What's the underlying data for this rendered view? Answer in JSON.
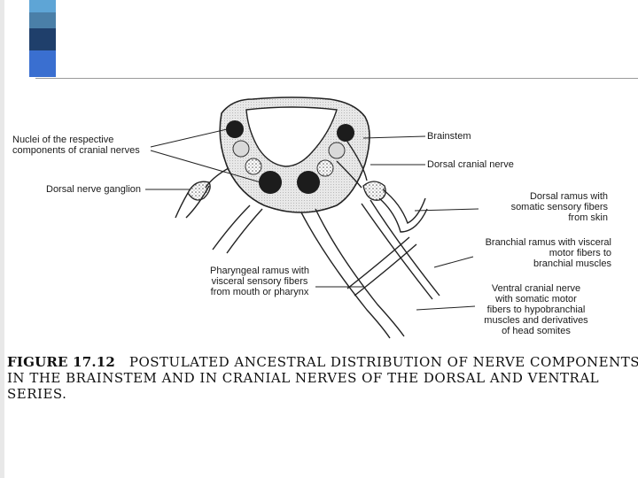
{
  "colors": {
    "swatch_1": "#5ea5d6",
    "swatch_2": "#4a7fa8",
    "swatch_3": "#1f3f6b",
    "swatch_4": "#3a6fd0",
    "ink": "#1a1a1a",
    "nucleus_dark": "#1c1c1c",
    "nucleus_light": "#d9d9d9",
    "stipple": "#bdbdbd"
  },
  "labels": {
    "nuclei": [
      "Nuclei of the respective",
      "components of cranial nerves"
    ],
    "dorsal_ganglion": "Dorsal nerve ganglion",
    "brainstem": "Brainstem",
    "dorsal_cranial_nerve": "Dorsal cranial nerve",
    "dorsal_ramus": [
      "Dorsal ramus with",
      "somatic sensory fibers",
      "from skin"
    ],
    "branchial_ramus": [
      "Branchial ramus with visceral",
      "motor fibers to",
      "branchial muscles"
    ],
    "pharyngeal_ramus": [
      "Pharyngeal ramus with",
      "visceral sensory fibers",
      "from mouth or pharynx"
    ],
    "ventral_cranial_nerve": [
      "Ventral cranial nerve",
      "with somatic motor",
      "fibers to hypobranchial",
      "muscles and derivatives",
      "of head somites"
    ]
  },
  "caption": {
    "figure_label": "FIGURE 17.12",
    "line1_rest": "POSTULATED ANCESTRAL DISTRIBUTION OF NERVE COMPONENTS",
    "line2": "IN THE BRAINSTEM AND IN CRANIAL NERVES OF THE DORSAL AND VENTRAL",
    "line3": "SERIES."
  }
}
